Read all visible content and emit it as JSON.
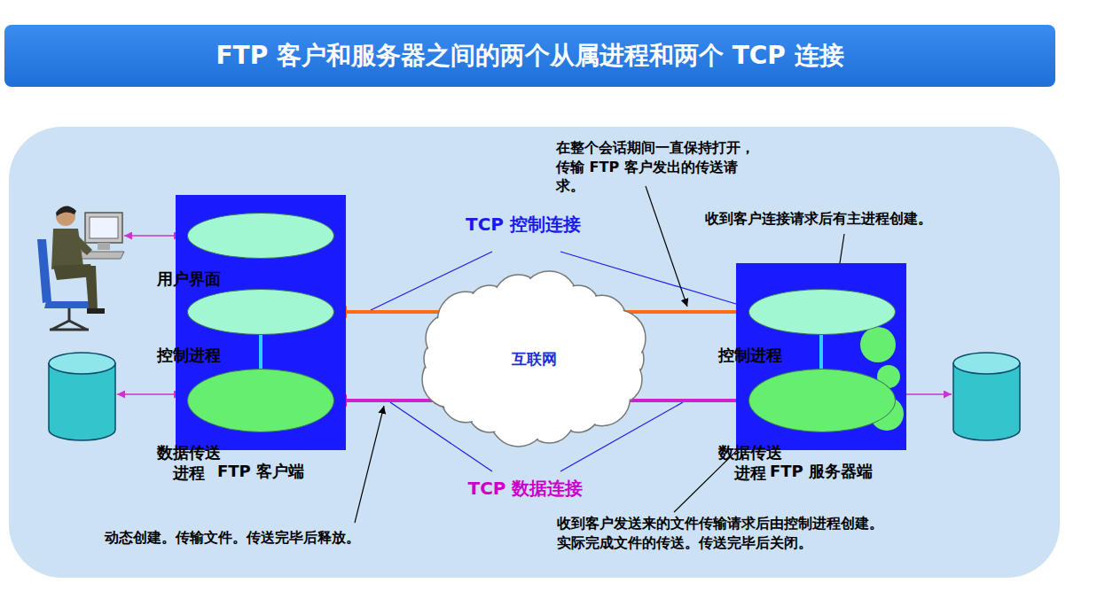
{
  "diagram": {
    "title": "FTP 客户和服务器之间的两个从属进程和两个 TCP 连接",
    "nodes": [
      {
        "text": [
          "FTP 客户端"
        ]
      },
      {
        "text": [
          "用户界面"
        ],
        "in": 0
      },
      {
        "text": [
          "控制进程"
        ],
        "in": 0
      },
      {
        "text": [
          "数据传送 进程"
        ],
        "in": 0
      },
      {
        "text": [
          "互联网"
        ]
      },
      {
        "text": [
          "FTP 服务器端"
        ]
      },
      {
        "text": [
          "控制进程"
        ],
        "in": 5
      },
      {
        "text": [
          "数据传送 进程"
        ],
        "in": 5
      }
    ],
    "edges": [
      {
        "from": 2,
        "to": 6,
        "arrow": "both"
      },
      {
        "from": 3,
        "to": 7,
        "arrow": "both"
      }
    ],
    "labels": [
      "在整个会话期间一直保持打开， 传输 FTP 客户发出的传送请求。",
      "TCP 控制连接",
      "收到客户连接请求后有主进程创建。",
      "TCP 数据连接",
      "动态创建。传输文件。传送完毕后释放。",
      "收到客户发送来的文件传输请求后由控制进程创建。 实际完成文件的传送。传送完毕后关闭。"
    ]
  }
}
